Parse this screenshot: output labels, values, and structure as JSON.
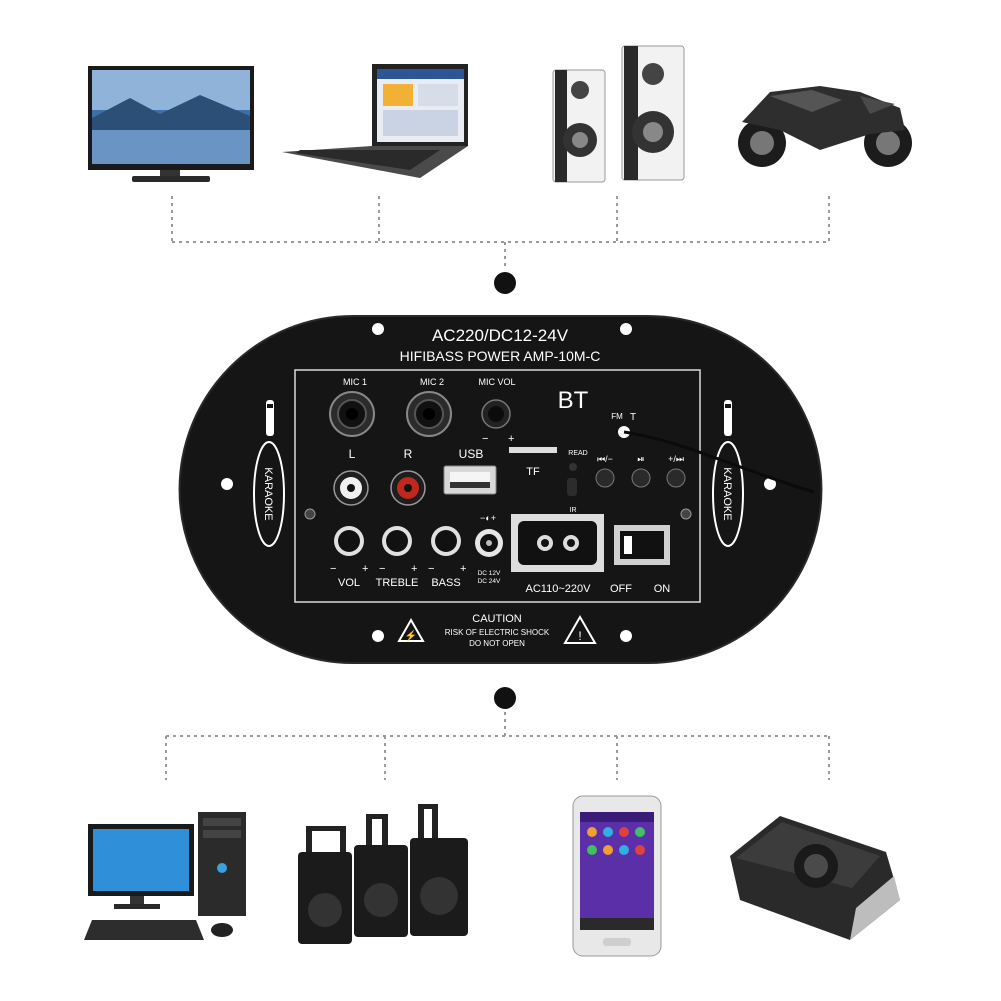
{
  "panel": {
    "title_line1": "AC220/DC12-24V",
    "title_line2": "HIFIBASS POWER AMP-10M-C",
    "karaoke_left": "KARAOKE",
    "karaoke_right": "KARAOKE",
    "bt": "BT",
    "fm": "FM",
    "mic1": "MIC 1",
    "mic2": "MIC 2",
    "mic_vol": "MIC VOL",
    "usb": "USB",
    "tf": "TF",
    "read": "READ",
    "ir": "IR",
    "left_ch": "L",
    "right_ch": "R",
    "prev_btn": "⏮/−",
    "play_btn": "⏯",
    "next_btn": "+/⏭",
    "vol": "VOL",
    "treble": "TREBLE",
    "bass": "BASS",
    "dc_line1": "DC 12V",
    "dc_line2": "DC 24V",
    "ac_input": "AC110~220V",
    "off": "OFF",
    "on": "ON",
    "caution": "CAUTION",
    "caution_line1": "RISK OF ELECTRIC SHOCK",
    "caution_line2": "DO NOT OPEN"
  },
  "devices_top": [
    "tv-icon",
    "laptop-icon",
    "speakers-icon",
    "motorcycle-icon"
  ],
  "devices_bottom": [
    "desktop-computer-icon",
    "trolley-speakers-icon",
    "smartphone-icon",
    "bluetooth-receiver-icon"
  ],
  "colors": {
    "panel": "#151515",
    "line": "#9a9a9a",
    "text": "#ffffff",
    "accent_red": "#c0281e"
  }
}
